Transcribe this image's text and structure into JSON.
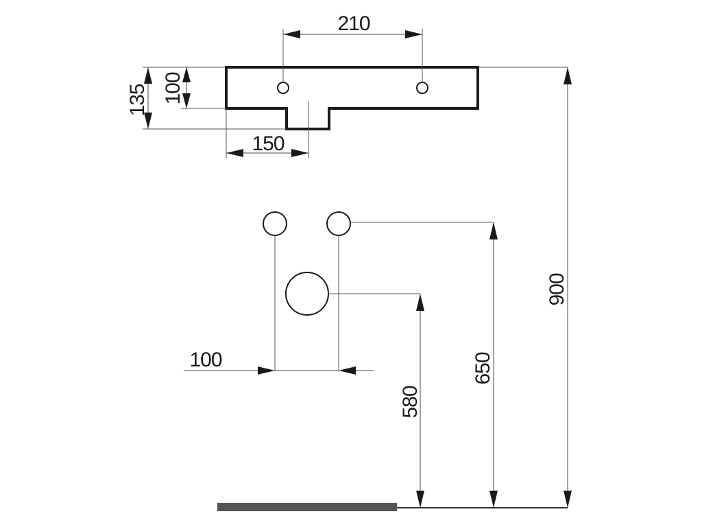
{
  "dimensions": {
    "tap_spacing": "210",
    "depth_total": "135",
    "depth_basin": "100",
    "waste_offset": "150",
    "pipe_spacing": "100",
    "waste_height": "580",
    "supply_height": "650",
    "rim_height": "900"
  },
  "colors": {
    "line": "#1a1a1a",
    "floor": "#555555",
    "background": "#ffffff"
  }
}
